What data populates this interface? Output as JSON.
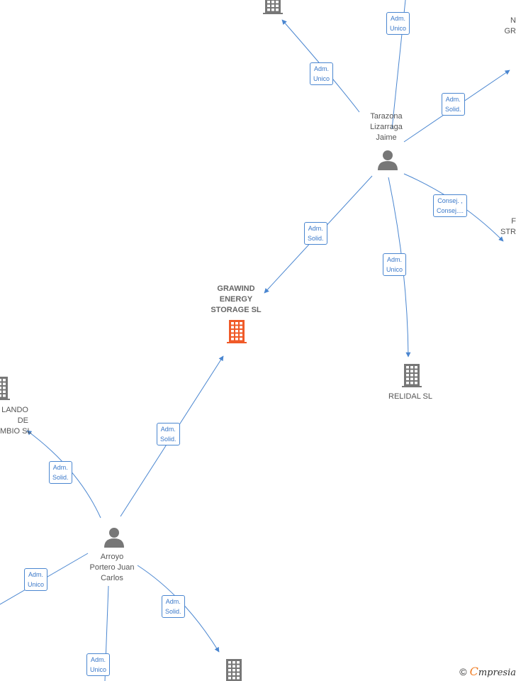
{
  "colors": {
    "edge": "#4a86d0",
    "company": "#777777",
    "company_highlight": "#f05a28",
    "person": "#777777"
  },
  "nodes": {
    "grawind": {
      "lines": [
        "GRAWIND",
        "ENERGY",
        "STORAGE  SL"
      ]
    },
    "tarazona": {
      "lines": [
        "Tarazona",
        "Lizarraga",
        "Jaime"
      ]
    },
    "arroyo": {
      "lines": [
        "Arroyo",
        "Portero Juan",
        "Carlos"
      ]
    },
    "relidal": {
      "lines": [
        "RELIDAL  SL"
      ]
    },
    "left_company": {
      "lines": [
        "LANDO",
        "DE",
        "MBIO SL"
      ]
    },
    "right_top": {
      "lines": [
        "N",
        "GR"
      ]
    },
    "right_mid": {
      "lines": [
        "F",
        "STR"
      ]
    }
  },
  "edges": {
    "e1": {
      "lines": [
        "Adm.",
        "Unico"
      ]
    },
    "e2": {
      "lines": [
        "Adm.",
        "Unico"
      ]
    },
    "e3": {
      "lines": [
        "Adm.",
        "Solid."
      ]
    },
    "e4": {
      "lines": [
        "Consej. ,",
        "Consej...."
      ]
    },
    "e5": {
      "lines": [
        "Adm.",
        "Solid."
      ]
    },
    "e6": {
      "lines": [
        "Adm.",
        "Unico"
      ]
    },
    "e7": {
      "lines": [
        "Adm.",
        "Solid."
      ]
    },
    "e8": {
      "lines": [
        "Adm.",
        "Solid."
      ]
    },
    "e9": {
      "lines": [
        "Adm.",
        "Unico"
      ]
    },
    "e10": {
      "lines": [
        "Adm.",
        "Solid."
      ]
    },
    "e11": {
      "lines": [
        "Adm.",
        "Unico"
      ]
    }
  },
  "brand": {
    "copyright": "©",
    "e": "C",
    "rest": "mpresia"
  }
}
